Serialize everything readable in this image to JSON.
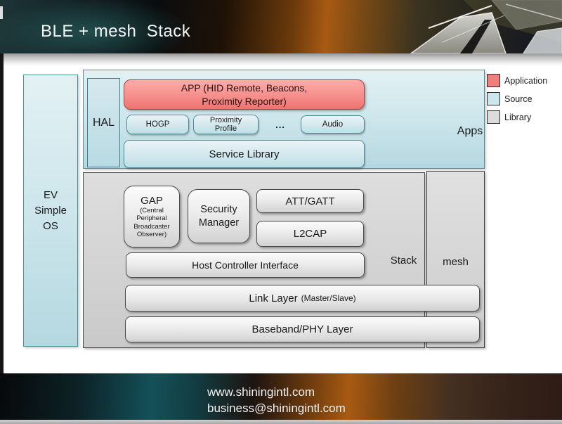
{
  "header": {
    "title": "BLE + mesh  Stack"
  },
  "diagram": {
    "ev_os": {
      "lines": [
        "EV",
        "Simple",
        "OS"
      ]
    },
    "apps": {
      "hal_label": "HAL",
      "app_line1": "APP (HID Remote, Beacons,",
      "app_line2": "Proximity Reporter)",
      "profiles": [
        "HOGP",
        "Proximity Profile",
        "Audio"
      ],
      "ellipsis": "...",
      "service_library_label": "Service Library",
      "apps_label": "Apps"
    },
    "stack": {
      "gap_title": "GAP",
      "gap_sub": [
        "(Central",
        "Peripheral",
        "Broadcaster",
        "Observer)"
      ],
      "security_manager": "Security Manager",
      "att_gatt": "ATT/GATT",
      "l2cap": "L2CAP",
      "hci": "Host Controller Interface",
      "stack_label": "Stack"
    },
    "mesh_label": "mesh",
    "link_layer": {
      "main": "Link Layer",
      "sub": "(Master/Slave)"
    },
    "baseband": "Baseband/PHY Layer",
    "legend": {
      "items": [
        {
          "label": "Application",
          "color": "#f27d7d"
        },
        {
          "label": "Source",
          "color": "#cde6ec"
        },
        {
          "label": "Library",
          "color": "#dcdcdc"
        }
      ]
    }
  },
  "footer": {
    "line1": "www.shiningintl.com",
    "line2": "business@shiningintl.com"
  }
}
